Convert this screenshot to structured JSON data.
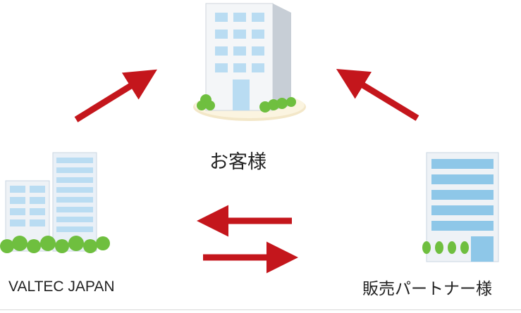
{
  "nodes": {
    "customer": {
      "label": "お客様",
      "icon": "office-building-icon"
    },
    "valtec": {
      "label": "VALTEC JAPAN",
      "icon": "corporate-buildings-icon"
    },
    "partner": {
      "label": "販売パートナー様",
      "icon": "partner-building-icon"
    }
  },
  "colors": {
    "arrow": "#c4161c",
    "glass": "#b9dcf2",
    "wall": "#eef2f6",
    "tree": "#6fbf3f"
  }
}
